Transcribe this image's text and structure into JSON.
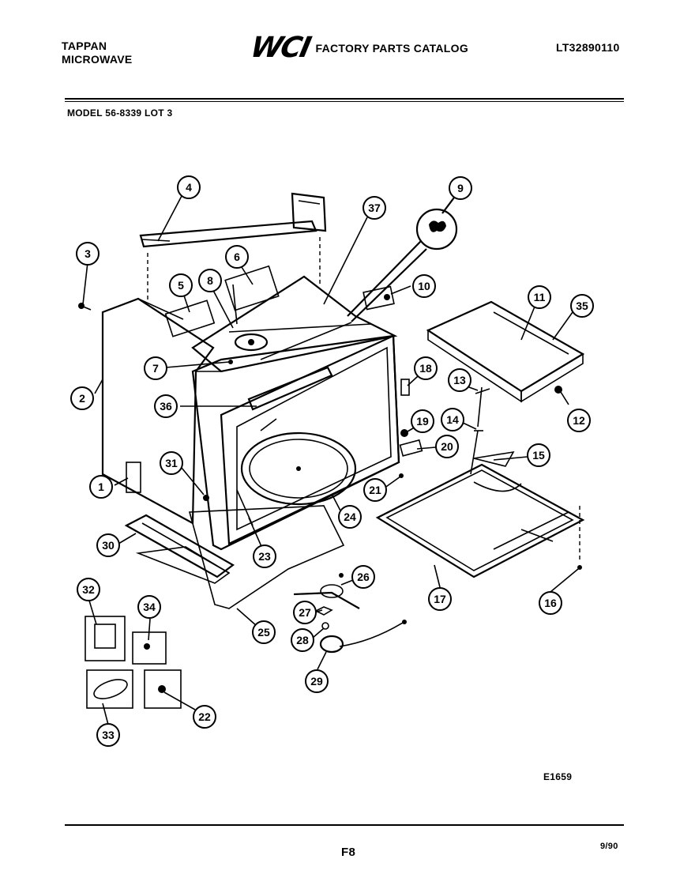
{
  "header": {
    "brand_line1": "TAPPAN",
    "brand_line2": "MICROWAVE",
    "logo": "WCI",
    "catalog_title": "FACTORY PARTS CATALOG",
    "catalog_number": "LT32890110",
    "model_line": "MODEL 56-8339 LOT 3"
  },
  "footer": {
    "diagram_code": "E1659",
    "page": "F8",
    "date": "9/90"
  },
  "callouts": {
    "c1": "1",
    "c2": "2",
    "c3": "3",
    "c4": "4",
    "c5": "5",
    "c6": "6",
    "c7": "7",
    "c8": "8",
    "c9": "9",
    "c10": "10",
    "c11": "11",
    "c12": "12",
    "c13": "13",
    "c14": "14",
    "c15": "15",
    "c16": "16",
    "c17": "17",
    "c18": "18",
    "c19": "19",
    "c20": "20",
    "c21": "21",
    "c22": "22",
    "c23": "23",
    "c24": "24",
    "c25": "25",
    "c26": "26",
    "c27": "27",
    "c28": "28",
    "c29": "29",
    "c30": "30",
    "c31": "31",
    "c32": "32",
    "c33": "33",
    "c34": "34",
    "c35": "35",
    "c36": "36",
    "c37": "37"
  }
}
